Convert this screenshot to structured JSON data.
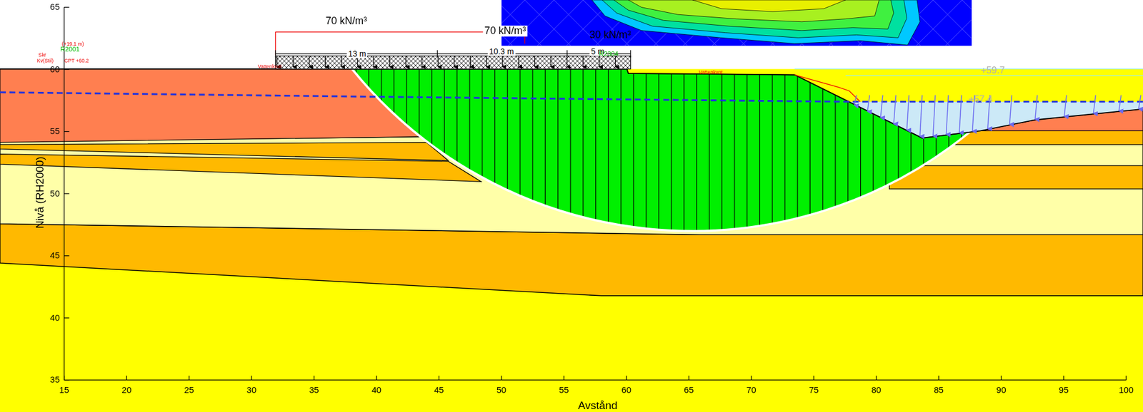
{
  "diagram": {
    "labels": [
      "65",
      "60",
      "55",
      "50",
      "45",
      "40",
      "35",
      "15",
      "20",
      "25",
      "30",
      "35",
      "40",
      "45",
      "50",
      "55",
      "60",
      "65",
      "70",
      "75",
      "80",
      "85",
      "90",
      "95",
      "100",
      "Nivå (RH2000)",
      "Avstånd",
      "70 kN/m³",
      "70 kN/m³",
      "30 kN/m³",
      "13 m",
      "10.3 m",
      "5 m",
      "+59.7",
      "+57.4",
      "(+19.1 m)",
      "R2001",
      "Skr",
      "Kv(Stil)",
      "CPT +60.2",
      "Vattenkvot",
      "Vattenkvot",
      "R2304"
    ]
  }
}
